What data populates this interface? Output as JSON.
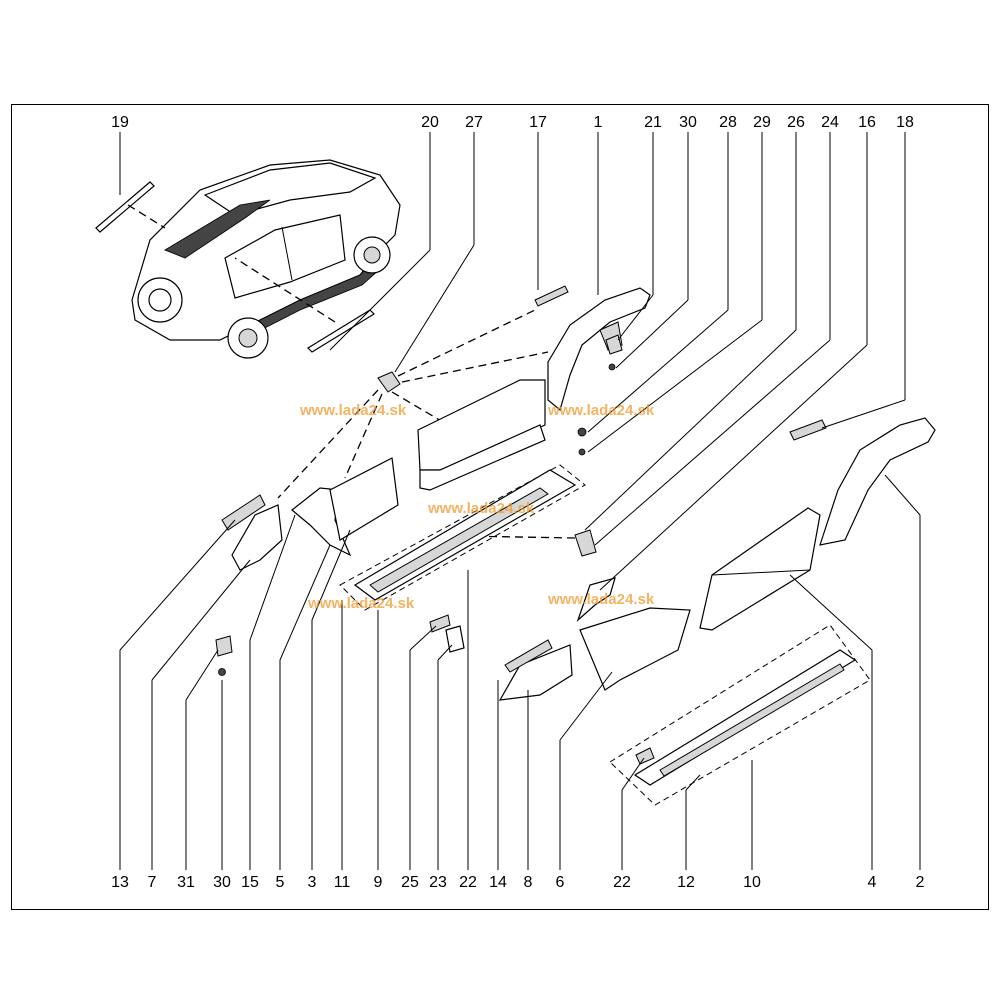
{
  "callouts_top": [
    {
      "id": "c19",
      "text": "19"
    },
    {
      "id": "c20",
      "text": "20"
    },
    {
      "id": "c27",
      "text": "27"
    },
    {
      "id": "c17",
      "text": "17"
    },
    {
      "id": "c1",
      "text": "1"
    },
    {
      "id": "c21",
      "text": "21"
    },
    {
      "id": "c30t",
      "text": "30"
    },
    {
      "id": "c28",
      "text": "28"
    },
    {
      "id": "c29",
      "text": "29"
    },
    {
      "id": "c26",
      "text": "26"
    },
    {
      "id": "c24",
      "text": "24"
    },
    {
      "id": "c16",
      "text": "16"
    },
    {
      "id": "c18",
      "text": "18"
    }
  ],
  "callouts_bottom": [
    {
      "id": "b13",
      "text": "13"
    },
    {
      "id": "b7",
      "text": "7"
    },
    {
      "id": "b31",
      "text": "31"
    },
    {
      "id": "b30",
      "text": "30"
    },
    {
      "id": "b15",
      "text": "15"
    },
    {
      "id": "b5",
      "text": "5"
    },
    {
      "id": "b3",
      "text": "3"
    },
    {
      "id": "b11",
      "text": "11"
    },
    {
      "id": "b9",
      "text": "9"
    },
    {
      "id": "b25",
      "text": "25"
    },
    {
      "id": "b23",
      "text": "23"
    },
    {
      "id": "b22a",
      "text": "22"
    },
    {
      "id": "b14",
      "text": "14"
    },
    {
      "id": "b8",
      "text": "8"
    },
    {
      "id": "b6",
      "text": "6"
    },
    {
      "id": "b22b",
      "text": "22"
    },
    {
      "id": "b12",
      "text": "12"
    },
    {
      "id": "b10",
      "text": "10"
    },
    {
      "id": "b4",
      "text": "4"
    },
    {
      "id": "b2",
      "text": "2"
    }
  ],
  "watermarks": [
    "www.lada24.sk",
    "www.lada24.sk",
    "www.lada24.sk",
    "www.lada24.sk",
    "www.lada24.sk"
  ]
}
